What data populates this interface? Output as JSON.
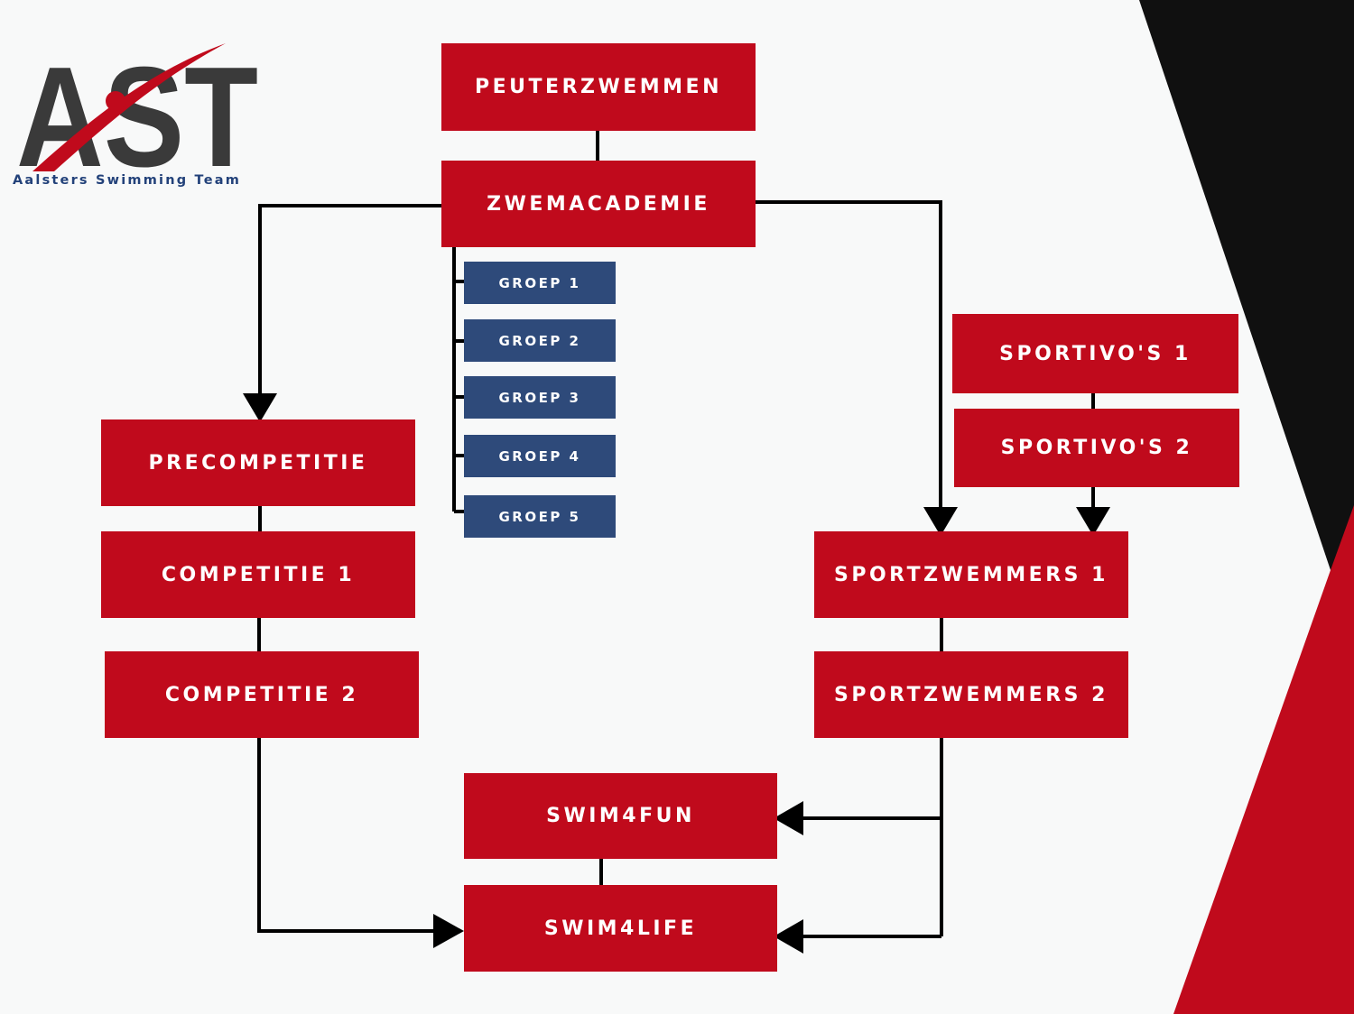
{
  "colors": {
    "background": "#f8f9f9",
    "box_red": "#c00a1c",
    "box_blue": "#2e4a7a",
    "corner_black": "#101010",
    "corner_red": "#c00a1c",
    "connector": "#000000"
  },
  "logo": {
    "letters": "AST",
    "tagline": "Aalsters Swimming Team"
  },
  "nodes": {
    "peuterzwemmen": "PEUTERZWEMMEN",
    "zwemacademie": "ZWEMACADEMIE",
    "groep1": "GROEP 1",
    "groep2": "GROEP 2",
    "groep3": "GROEP 3",
    "groep4": "GROEP 4",
    "groep5": "GROEP 5",
    "precompetitie": "PRECOMPETITIE",
    "competitie1": "COMPETITIE 1",
    "competitie2": "COMPETITIE 2",
    "sportivos1": "SPORTIVO'S 1",
    "sportivos2": "SPORTIVO'S 2",
    "sportzwemmers1": "SPORTZWEMMERS 1",
    "sportzwemmers2": "SPORTZWEMMERS 2",
    "swim4fun": "SWIM4FUN",
    "swim4life": "SWIM4LIFE"
  }
}
